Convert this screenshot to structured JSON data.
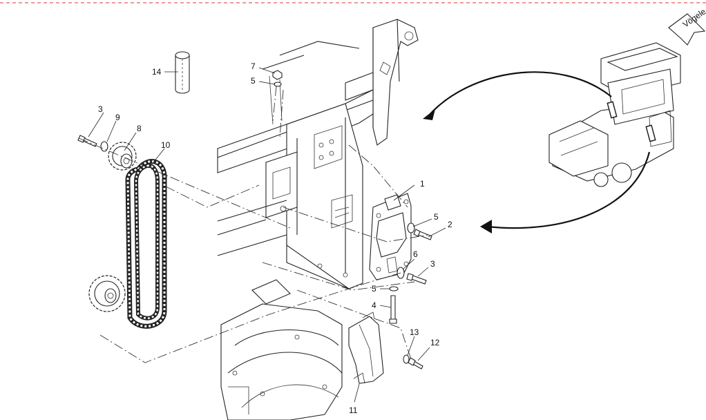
{
  "brand_label": "Vögele",
  "callouts": [
    {
      "id": "1",
      "label": "1"
    },
    {
      "id": "2",
      "label": "2"
    },
    {
      "id": "3a",
      "label": "3"
    },
    {
      "id": "3b",
      "label": "3"
    },
    {
      "id": "4",
      "label": "4"
    },
    {
      "id": "5a",
      "label": "5"
    },
    {
      "id": "5b",
      "label": "5"
    },
    {
      "id": "5c",
      "label": "5"
    },
    {
      "id": "6",
      "label": "6"
    },
    {
      "id": "7",
      "label": "7"
    },
    {
      "id": "8",
      "label": "8"
    },
    {
      "id": "9",
      "label": "9"
    },
    {
      "id": "10",
      "label": "10"
    },
    {
      "id": "11",
      "label": "11"
    },
    {
      "id": "12",
      "label": "12"
    },
    {
      "id": "13",
      "label": "13"
    },
    {
      "id": "14",
      "label": "14"
    }
  ]
}
